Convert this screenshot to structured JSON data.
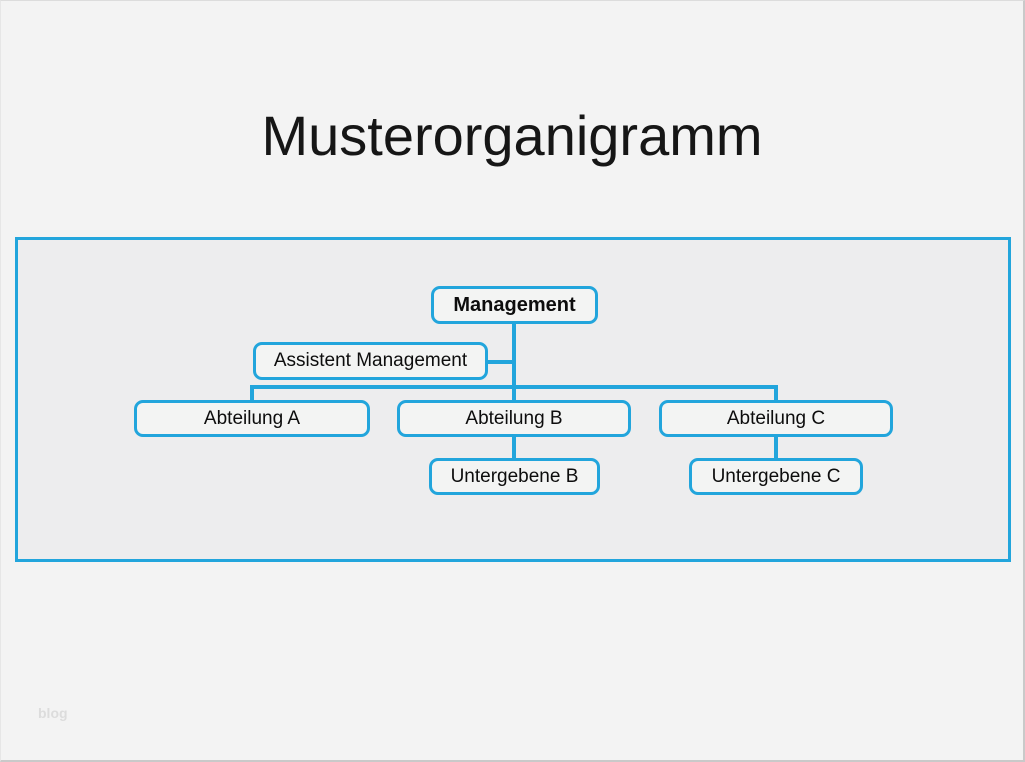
{
  "page": {
    "title": "Musterorganigramm",
    "watermark": "blog"
  },
  "colors": {
    "accent": "#22a5dc",
    "page_background": "#f3f3f3",
    "panel_background": "#ededee",
    "node_background": "#f3f4f3",
    "text": "#0d0d0d",
    "watermark": "#dcdcdc"
  },
  "diagram": {
    "type": "org-chart",
    "nodes": [
      {
        "id": "management",
        "label": "Management",
        "level": 1,
        "parent": null,
        "bold": true
      },
      {
        "id": "assistent-management",
        "label": "Assistent Management",
        "level": 2,
        "parent": "management",
        "bold": false
      },
      {
        "id": "abteilung-a",
        "label": "Abteilung A",
        "level": 3,
        "parent": "management",
        "bold": false
      },
      {
        "id": "abteilung-b",
        "label": "Abteilung B",
        "level": 3,
        "parent": "management",
        "bold": false
      },
      {
        "id": "abteilung-c",
        "label": "Abteilung C",
        "level": 3,
        "parent": "management",
        "bold": false
      },
      {
        "id": "untergebene-b",
        "label": "Untergebene B",
        "level": 4,
        "parent": "abteilung-b",
        "bold": false
      },
      {
        "id": "untergebene-c",
        "label": "Untergebene C",
        "level": 4,
        "parent": "abteilung-c",
        "bold": false
      }
    ]
  }
}
